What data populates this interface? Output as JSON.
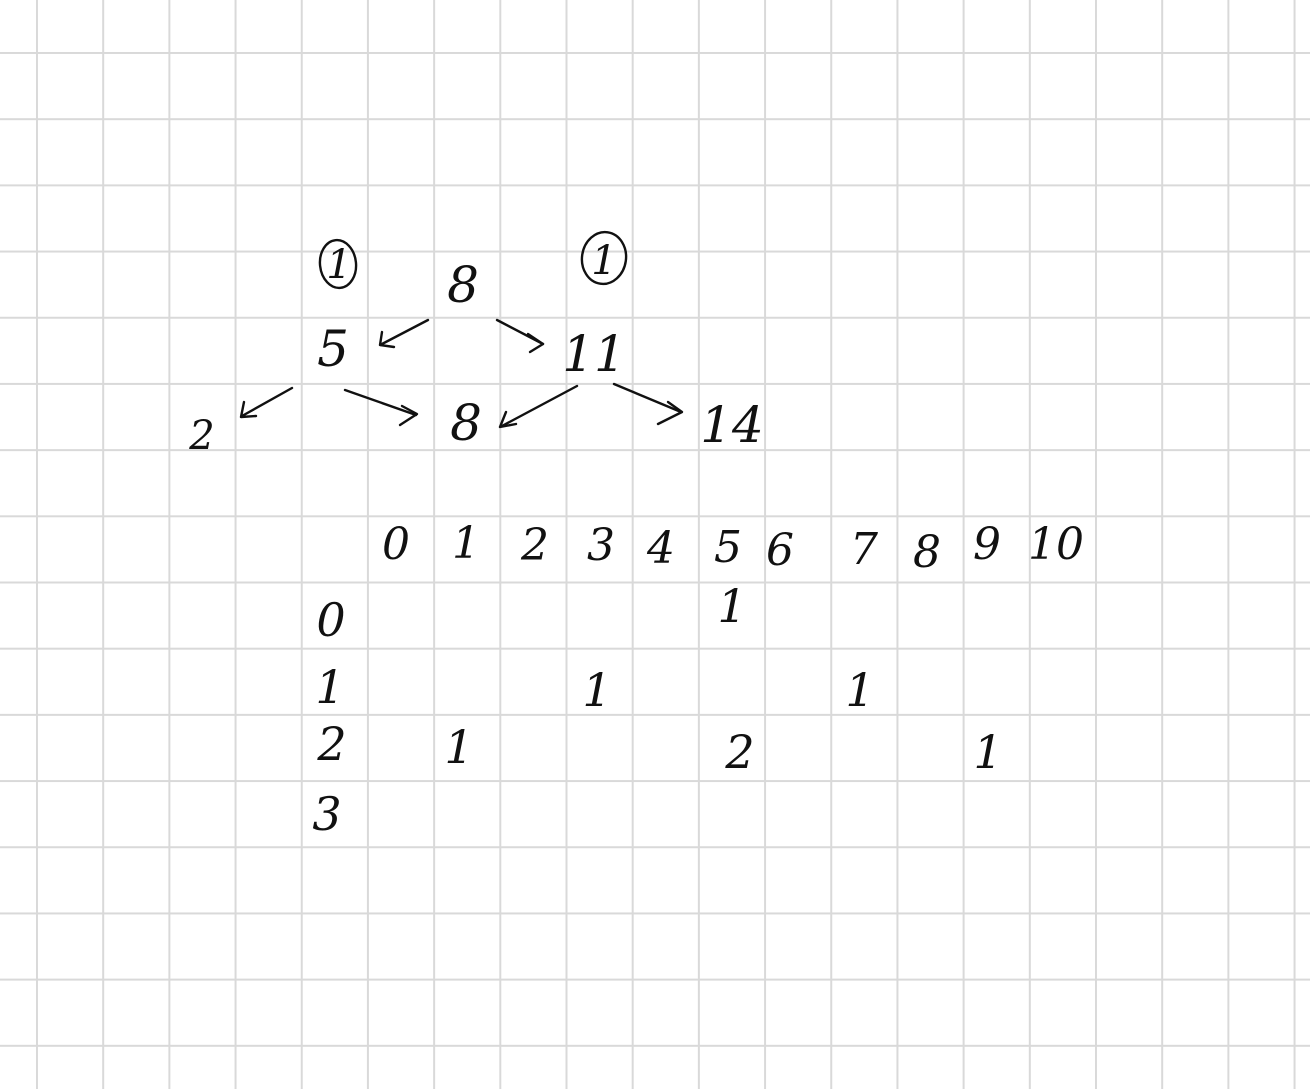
{
  "colors": {
    "ink": "#111111",
    "grid": "#d9d9d9",
    "paper": "#ffffff"
  },
  "tree": {
    "root": "8",
    "left": "5",
    "right": "11",
    "left_left": "2",
    "left_right": "8",
    "right_right": "14",
    "left_count": "1",
    "right_count": "1"
  },
  "table": {
    "column_headers": [
      "0",
      "1",
      "2",
      "3",
      "4",
      "5",
      "6",
      "7",
      "8",
      "9",
      "10"
    ],
    "row_headers": [
      "0",
      "1",
      "2",
      "3"
    ],
    "rows": [
      [
        "",
        "",
        "",
        "",
        "",
        "1",
        "",
        "",
        "",
        "",
        ""
      ],
      [
        "",
        "",
        "",
        "1",
        "",
        "",
        "",
        "1",
        "",
        "",
        ""
      ],
      [
        "",
        "1",
        "",
        "",
        "",
        "2",
        "",
        "",
        "",
        "1",
        ""
      ],
      [
        "",
        "",
        "",
        "",
        "",
        "",
        "",
        "",
        "",
        "",
        ""
      ]
    ]
  }
}
